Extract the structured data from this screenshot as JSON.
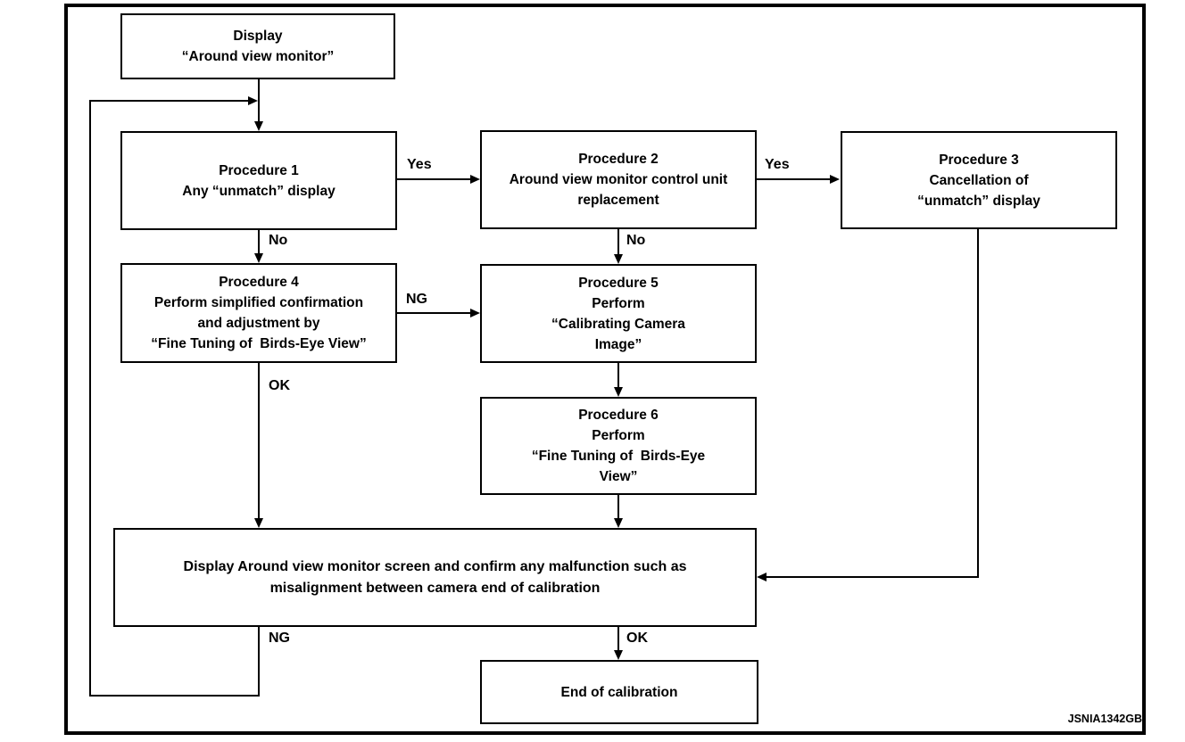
{
  "diagram": {
    "figure_id": "JSNIA1342GB",
    "nodes": [
      {
        "id": "display",
        "text": "Display\n“Around view monitor”"
      },
      {
        "id": "procedure1",
        "text": "Procedure 1\nAny “unmatch” display"
      },
      {
        "id": "procedure2",
        "text": "Procedure 2\nAround view monitor control unit\nreplacement"
      },
      {
        "id": "procedure3",
        "text": "Procedure 3\nCancellation of\n“unmatch” display"
      },
      {
        "id": "procedure4",
        "text": "Procedure 4\nPerform simplified confirmation\nand adjustment by\n“Fine Tuning of  Birds-Eye View”"
      },
      {
        "id": "procedure5",
        "text": "Procedure 5\nPerform\n“Calibrating Camera\nImage”"
      },
      {
        "id": "procedure6",
        "text": "Procedure 6\nPerform\n“Fine Tuning of  Birds-Eye\nView”"
      },
      {
        "id": "confirm",
        "text": "Display Around view monitor screen and confirm any malfunction such as\nmisalignment between camera end of calibration"
      },
      {
        "id": "end",
        "text": "End of calibration"
      }
    ],
    "edges": [
      {
        "from": "display",
        "to": "procedure1",
        "label": ""
      },
      {
        "from": "procedure1",
        "to": "procedure2",
        "label": "Yes"
      },
      {
        "from": "procedure1",
        "to": "procedure4",
        "label": "No"
      },
      {
        "from": "procedure2",
        "to": "procedure3",
        "label": "Yes"
      },
      {
        "from": "procedure2",
        "to": "procedure5",
        "label": "No"
      },
      {
        "from": "procedure3",
        "to": "confirm",
        "label": ""
      },
      {
        "from": "procedure4",
        "to": "procedure5",
        "label": "NG"
      },
      {
        "from": "procedure4",
        "to": "confirm",
        "label": "OK"
      },
      {
        "from": "procedure5",
        "to": "procedure6",
        "label": ""
      },
      {
        "from": "procedure6",
        "to": "confirm",
        "label": ""
      },
      {
        "from": "confirm",
        "to": "end",
        "label": "OK"
      },
      {
        "from": "confirm",
        "to": "procedure1",
        "label": "NG"
      }
    ],
    "colors": {
      "line": "#000000",
      "background": "#ffffff"
    }
  }
}
